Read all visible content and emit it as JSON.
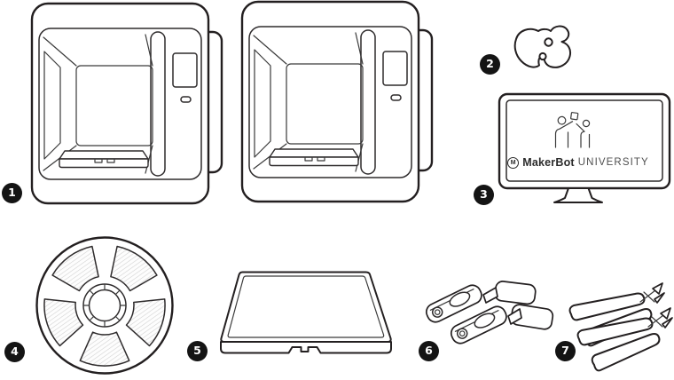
{
  "diagram": "makerbot-classroom-kit-contents",
  "items": [
    {
      "number": "1",
      "name": "two-3d-printers"
    },
    {
      "number": "2",
      "name": "sample-print"
    },
    {
      "number": "3",
      "name": "makerbot-university-monitor"
    },
    {
      "number": "4",
      "name": "filament-spool"
    },
    {
      "number": "5",
      "name": "build-plate"
    },
    {
      "number": "6",
      "name": "scraper-tools"
    },
    {
      "number": "7",
      "name": "flush-cutters"
    }
  ],
  "monitor": {
    "logo_mark": "M",
    "brand": "MakerBot",
    "suffix": "UNIVERSITY"
  },
  "colors": {
    "line": "#231f20",
    "badge_background": "#141414",
    "badge_text": "#ffffff",
    "hatch_line": "#cfcfcf",
    "background": "#ffffff"
  }
}
